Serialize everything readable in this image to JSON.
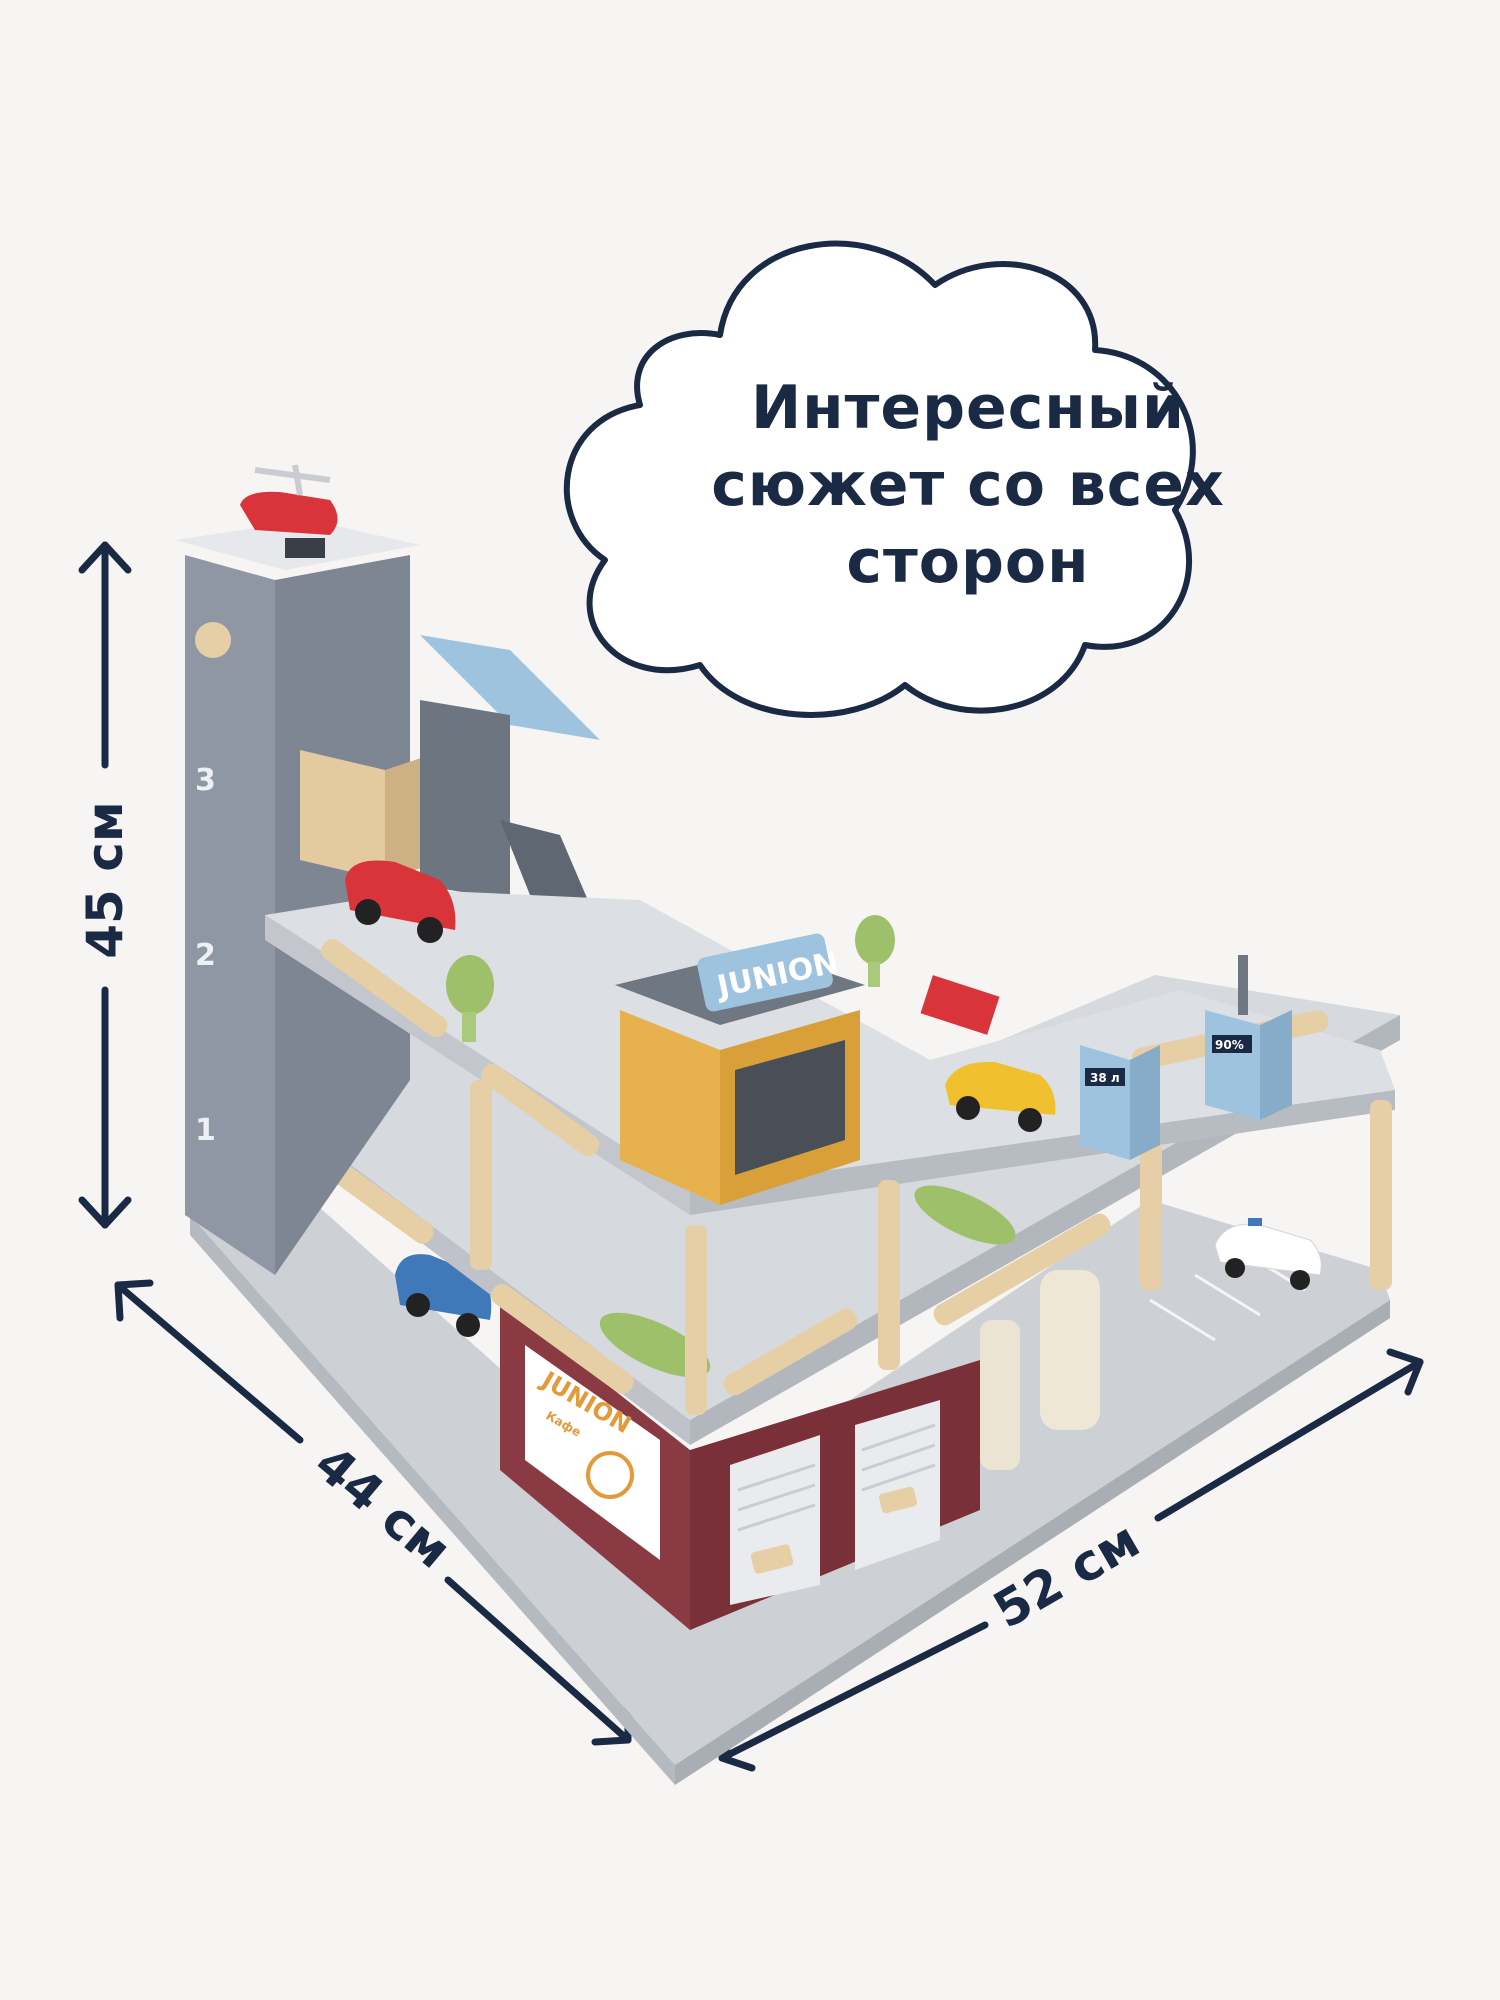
{
  "headline": {
    "lines": [
      "Интересный",
      "сюжет со всех",
      "сторон"
    ]
  },
  "dimensions": {
    "height": "45 см",
    "depth": "44 см",
    "width": "52 см"
  },
  "toy": {
    "brand_sign": "JUNION",
    "cafe_sign_brand": "JUNION",
    "cafe_sign_label": "Кафе",
    "floor_numbers": [
      "3",
      "2",
      "1"
    ],
    "pump_1_label": "38 л",
    "pump_2_label": "90%"
  },
  "colors": {
    "background": "#f7f5f3",
    "text": "#1b2a44",
    "tower": "#8e97a3",
    "floor": "#d3d6da",
    "wood": "#e7cfa5",
    "cafe_red": "#8a3a42",
    "kiosk_yellow": "#e7b24e",
    "accent_blue": "#9ec3df",
    "car_red": "#d8343a",
    "car_blue": "#3f79b9",
    "taxi_yellow": "#f1c02e"
  }
}
